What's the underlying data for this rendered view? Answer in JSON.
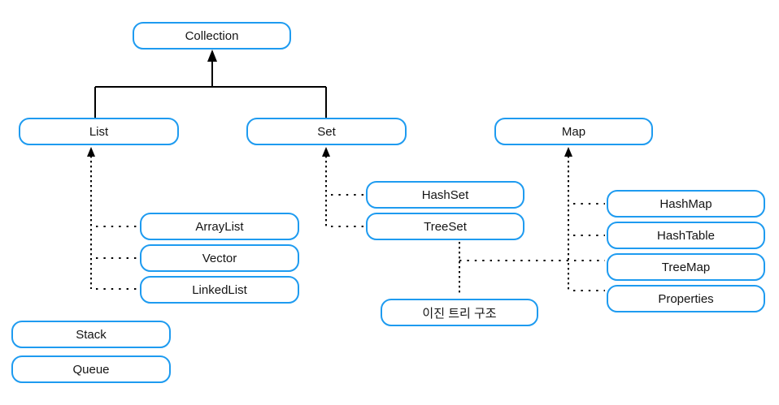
{
  "colors": {
    "node_border": "#1e9bf0",
    "node_fill": "#ffffff",
    "line": "#000000",
    "text": "#141414",
    "background": "#ffffff"
  },
  "nodes": {
    "collection": {
      "label": "Collection"
    },
    "list": {
      "label": "List"
    },
    "set": {
      "label": "Set"
    },
    "map": {
      "label": "Map"
    },
    "arraylist": {
      "label": "ArrayList"
    },
    "vector": {
      "label": "Vector"
    },
    "linkedlist": {
      "label": "LinkedList"
    },
    "hashset": {
      "label": "HashSet"
    },
    "treeset": {
      "label": "TreeSet"
    },
    "hashmap": {
      "label": "HashMap"
    },
    "hashtable": {
      "label": "HashTable"
    },
    "treemap": {
      "label": "TreeMap"
    },
    "properties": {
      "label": "Properties"
    },
    "binary_tree": {
      "label": "이진 트리 구조"
    },
    "stack": {
      "label": "Stack"
    },
    "queue": {
      "label": "Queue"
    }
  },
  "edges": [
    {
      "from": "List",
      "to": "Collection",
      "style": "solid-arrow-up"
    },
    {
      "from": "Set",
      "to": "Collection",
      "style": "solid-arrow-up"
    },
    {
      "from": "ArrayList",
      "to": "List",
      "style": "dotted-arrow-up"
    },
    {
      "from": "Vector",
      "to": "List",
      "style": "dotted-arrow-up"
    },
    {
      "from": "LinkedList",
      "to": "List",
      "style": "dotted-arrow-up"
    },
    {
      "from": "HashSet",
      "to": "Set",
      "style": "dotted-arrow-up"
    },
    {
      "from": "TreeSet",
      "to": "Set",
      "style": "dotted-arrow-up"
    },
    {
      "from": "HashMap",
      "to": "Map",
      "style": "dotted-arrow-up"
    },
    {
      "from": "HashTable",
      "to": "Map",
      "style": "dotted-arrow-up"
    },
    {
      "from": "TreeMap",
      "to": "Map",
      "style": "dotted-arrow-up"
    },
    {
      "from": "Properties",
      "to": "Map",
      "style": "dotted-arrow-up"
    },
    {
      "from": "TreeSet",
      "to": "이진 트리 구조",
      "style": "dotted"
    },
    {
      "from": "TreeSet",
      "to": "TreeMap",
      "style": "dotted"
    }
  ]
}
